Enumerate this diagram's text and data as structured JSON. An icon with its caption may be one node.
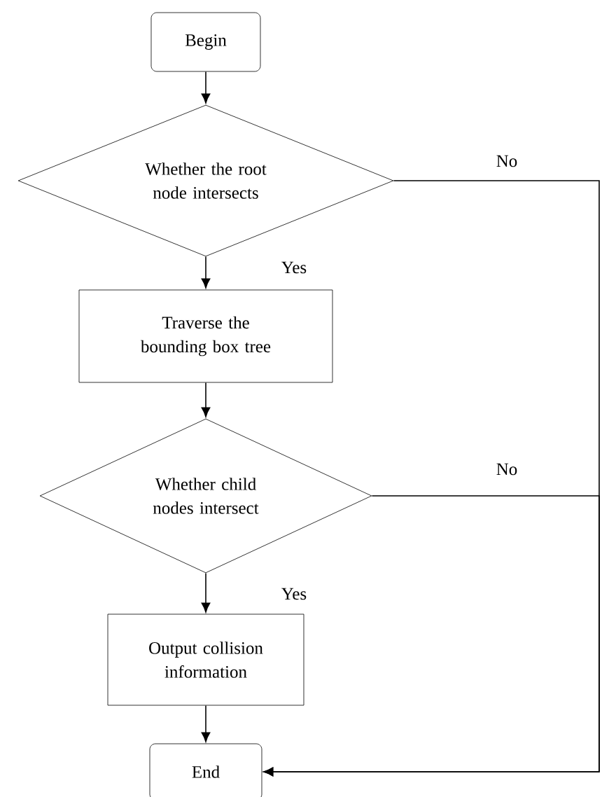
{
  "diagram": {
    "nodes": [
      {
        "text": [
          "Begin"
        ]
      },
      {
        "text": [
          "Whether the root node intersects"
        ]
      },
      {
        "text": [
          "Traverse the bounding box tree"
        ]
      },
      {
        "text": [
          "Whether child nodes intersect"
        ]
      },
      {
        "text": [
          "Output collision information"
        ]
      },
      {
        "text": [
          "End"
        ]
      }
    ],
    "edges": [
      {
        "from": 0,
        "to": 1,
        "arrow": "to"
      },
      {
        "from": 1,
        "to": 2,
        "arrow": "to",
        "label": "Yes"
      },
      {
        "from": 2,
        "to": 3,
        "arrow": "to"
      },
      {
        "from": 3,
        "to": 4,
        "arrow": "to",
        "label": "Yes"
      },
      {
        "from": 4,
        "to": 5,
        "arrow": "to"
      },
      {
        "from": 1,
        "to": 5,
        "arrow": "to",
        "label": "No"
      },
      {
        "from": 3,
        "to": 5,
        "arrow": "to",
        "label": "No"
      }
    ]
  }
}
